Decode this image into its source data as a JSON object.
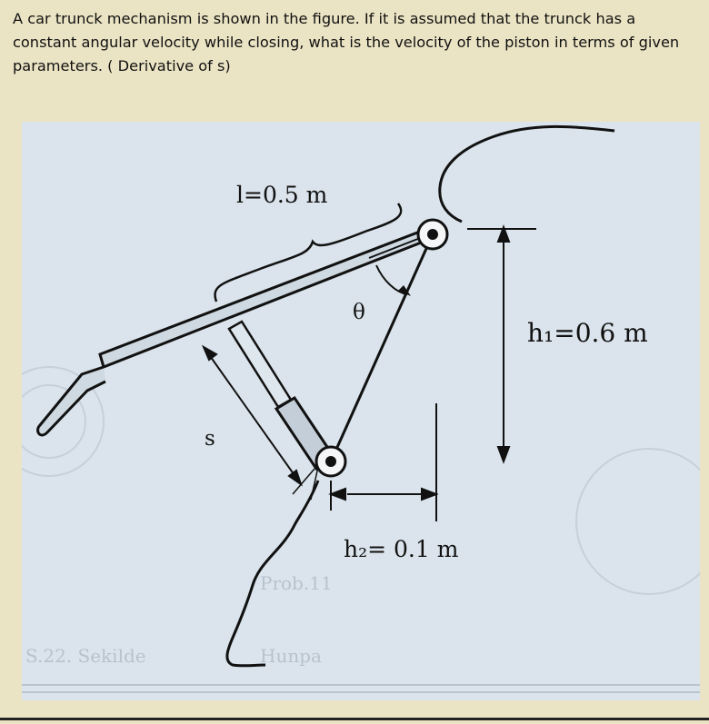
{
  "question": {
    "text": "A car trunck mechanism is shown in the figure. If it is assumed that the trunck has a constant angular velocity while closing, what is the velocity of the piston in terms of given parameters. ( Derivative of s)"
  },
  "figure": {
    "labels": {
      "l": "l=0.5 m",
      "theta": "θ",
      "h1": "h₁=0.6 m",
      "s": "s",
      "h2": "h₂= 0.1  m"
    },
    "bleed_text": {
      "prob": "Prob.11",
      "sekil": "S.22.  Sekilde",
      "hunpa": "Hunpa"
    }
  }
}
